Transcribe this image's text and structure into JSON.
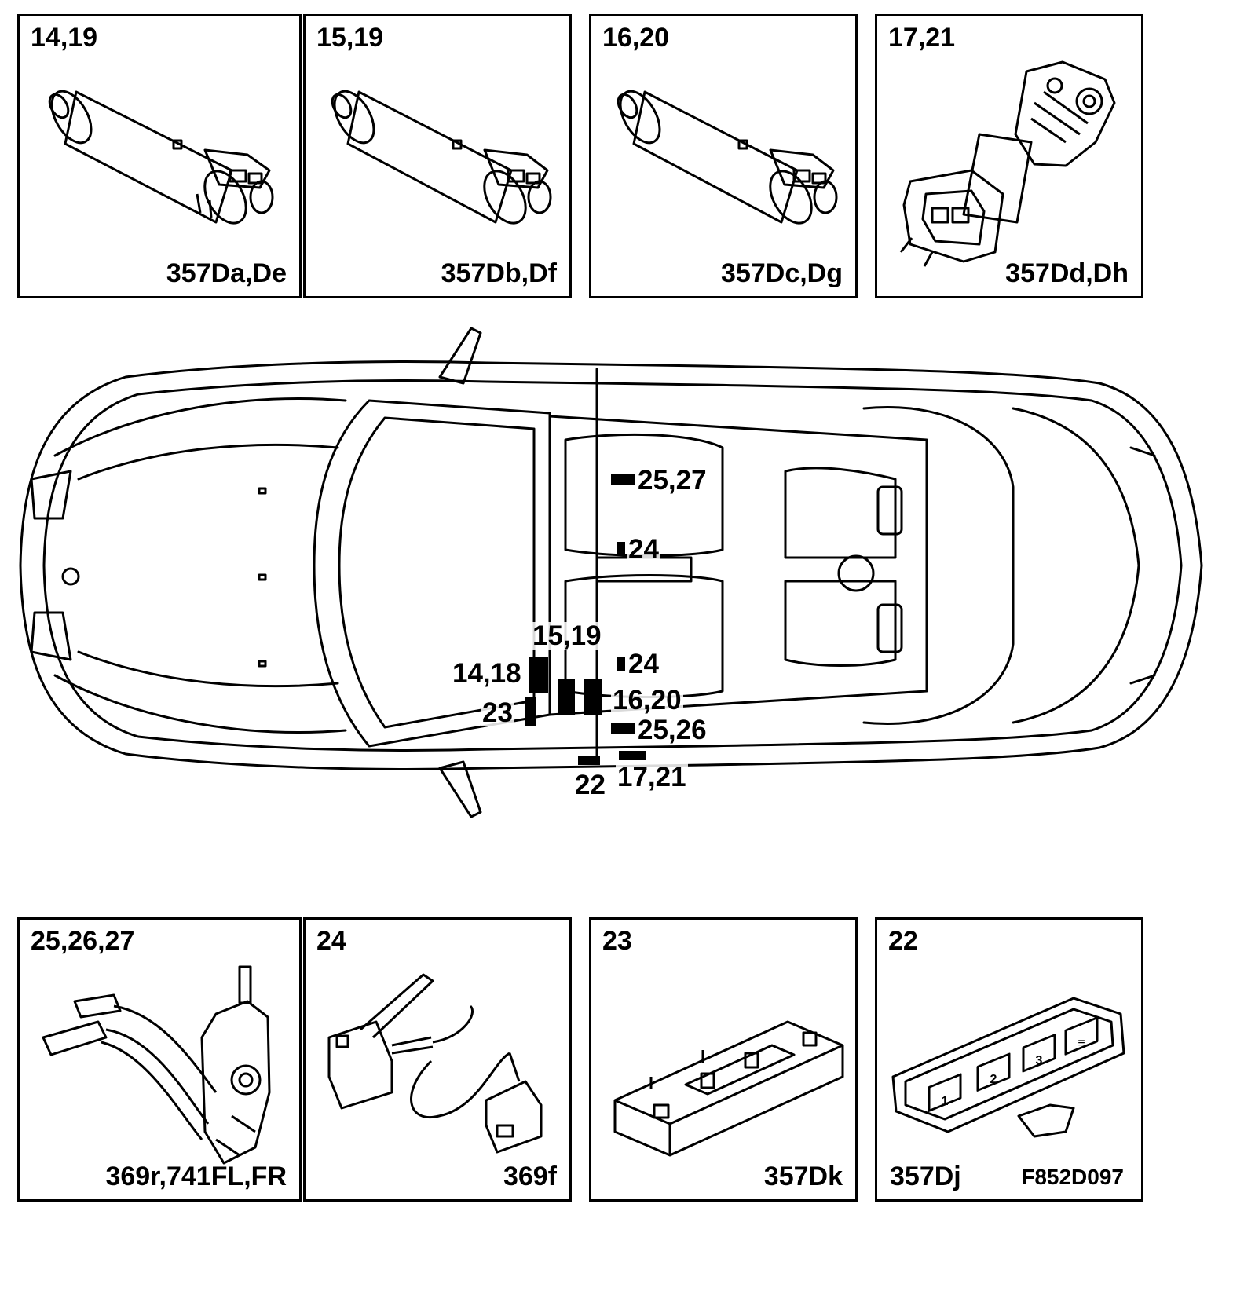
{
  "top_panels": [
    {
      "ref": "14,19",
      "code": "357Da,De",
      "icon": "window-motor-icon"
    },
    {
      "ref": "15,19",
      "code": "357Db,Df",
      "icon": "window-motor-icon"
    },
    {
      "ref": "16,20",
      "code": "357Dc,Dg",
      "icon": "window-motor-icon"
    },
    {
      "ref": "17,21",
      "code": "357Dd,Dh",
      "icon": "geared-motor-icon"
    }
  ],
  "bottom_panels": [
    {
      "ref": "25,26,27",
      "code": "369r,741FL,FR",
      "icon": "lock-actuator-icon"
    },
    {
      "ref": "24",
      "code": "369f",
      "icon": "microswitch-icon"
    },
    {
      "ref": "23",
      "code": "357Dk",
      "icon": "control-module-icon"
    },
    {
      "ref": "22",
      "code": "357Dj",
      "icon": "window-switch-pack-icon"
    }
  ],
  "switch_pack_keys": [
    "1",
    "2",
    "3",
    "≡"
  ],
  "figure_id": "F852D097",
  "car_callouts": {
    "c1": "25,27",
    "c2": "24",
    "c3": "15,19",
    "c4": "24",
    "c5": "14,18",
    "c6": "16,20",
    "c7": "23",
    "c8": "25,26",
    "c9": "22",
    "c10": "17,21"
  }
}
